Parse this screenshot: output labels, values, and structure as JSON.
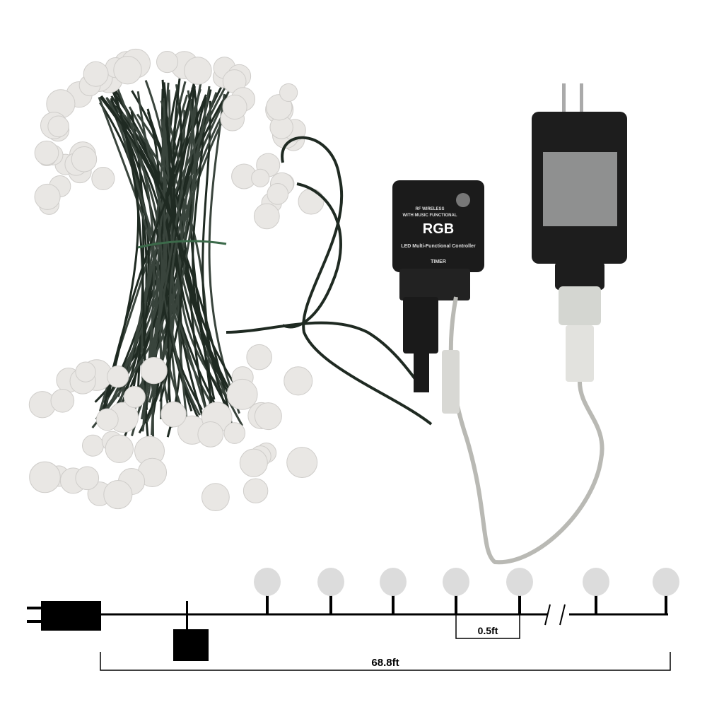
{
  "controller": {
    "line1": "RF WIRELESS",
    "line2": "WITH MUSIC FUNCTIONAL",
    "title": "RGB",
    "subtitle": "LED Multi-Functional Controller",
    "footer": "TIMER"
  },
  "diagram": {
    "bulb_spacing": "0.5ft",
    "total_length": "68.8ft"
  },
  "colors": {
    "wire": "#1f2a22",
    "bulb": "#e9e7e4",
    "device": "#1b1b1b",
    "diagram_bulb": "#dcdcdc"
  }
}
